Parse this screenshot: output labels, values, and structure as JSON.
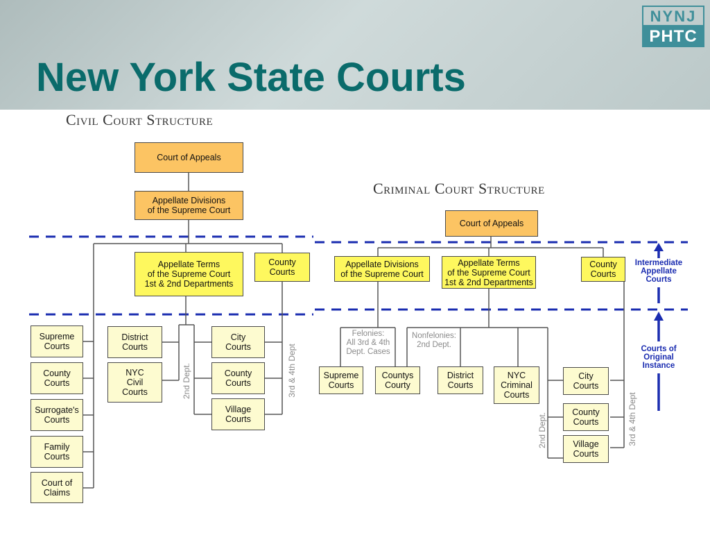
{
  "slide": {
    "title": "New York State Courts"
  },
  "logo": {
    "top": "NYNJ",
    "bottom": "PHTC"
  },
  "civil": {
    "title": "Civil Court Structure",
    "court_of_appeals": "Court of Appeals",
    "appellate_divisions": "Appellate Divisions\nof the Supreme Court",
    "appellate_terms": "Appellate Terms\nof the Supreme Court\n1st & 2nd Departments",
    "county_courts_appellate": "County\nCourts",
    "supreme": "Supreme\nCourts",
    "county": "County\nCourts",
    "surrogate": "Surrogate's\nCourts",
    "family": "Family\nCourts",
    "claims": "Court of\nClaims",
    "district": "District\nCourts",
    "nyc_civil": "NYC\nCivil\nCourts",
    "city": "City\nCourts",
    "county_lower": "County\nCourts",
    "village": "Village\nCourts",
    "second_dept": "2nd Dept.",
    "third_fourth_dept": "3rd & 4th Dept"
  },
  "criminal": {
    "title": "Criminal Court Structure",
    "court_of_appeals": "Court of Appeals",
    "appellate_divisions": "Appellate Divisions\nof the Supreme Court",
    "appellate_terms": "Appellate Terms\nof the Supreme Court\n1st & 2nd Departments",
    "county_courts_appellate": "County\nCourts",
    "felonies": "Felonies:\nAll 3rd & 4th\nDept. Cases",
    "nonfelonies": "Nonfelonies:\n2nd Dept.",
    "supreme": "Supreme\nCourts",
    "countys": "Countys\nCourty",
    "district": "District\nCourts",
    "nyc_criminal": "NYC\nCriminal\nCourts",
    "city": "City\nCourts",
    "county_lower": "County\nCourts",
    "village": "Village\nCourts",
    "second_dept": "2nd Dept.",
    "third_fourth_dept": "3rd & 4th Dept"
  },
  "legend": {
    "intermediate": "Intermediate\nAppellate\nCourts",
    "original": "Courts of\nOriginal\nInstance"
  },
  "colors": {
    "title": "#0a6b6b",
    "orange": "#fcc463",
    "yellow": "#fef85e",
    "cream": "#fdfbd0",
    "dash": "#1a2cb0"
  }
}
